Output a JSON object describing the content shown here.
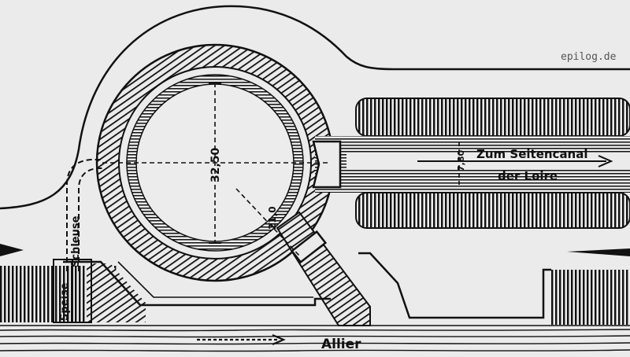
{
  "watermark": "epilog.de",
  "labels": {
    "diameter": "32,50",
    "inner_width": "21,0",
    "canal_width": "7,80",
    "canal_line1": "Zum Seitencanal",
    "canal_line2": "der Loire",
    "lock": "Schleuse",
    "weir": "Speise",
    "river": "Allier"
  }
}
